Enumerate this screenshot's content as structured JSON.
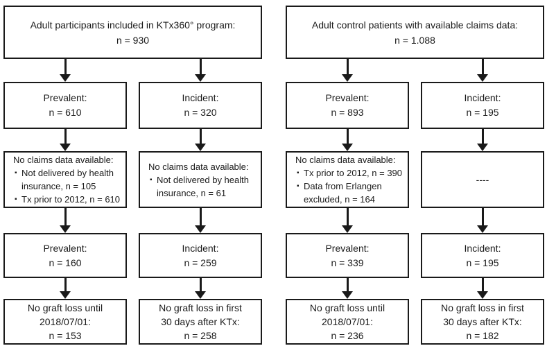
{
  "figure": {
    "glyphs": {
      "bullet": "▪"
    },
    "colors": {
      "border": "#1a1a1a",
      "text": "#1a1a1a",
      "background": "#ffffff"
    },
    "ktx360": {
      "source": {
        "line1": "Adult participants included in KTx360° program:",
        "line2": "n = 930"
      },
      "prevalent": {
        "initial": {
          "line1": "Prevalent:",
          "line2": "n = 610"
        },
        "exclusion": {
          "title": "No claims data available:",
          "bullets": [
            "Not delivered by health insurance, n = 105",
            "Tx prior to 2012, n = 610"
          ]
        },
        "after_exclusion": {
          "line1": "Prevalent:",
          "line2": "n = 160"
        },
        "outcome": {
          "line1": "No graft loss until",
          "line2": "2018/07/01:",
          "line3": "n = 153"
        }
      },
      "incident": {
        "initial": {
          "line1": "Incident:",
          "line2": "n = 320"
        },
        "exclusion": {
          "title": "No claims data available:",
          "bullets": [
            "Not delivered by health insurance, n = 61"
          ]
        },
        "after_exclusion": {
          "line1": "Incident:",
          "line2": "n = 259"
        },
        "outcome": {
          "line1": "No graft loss in first",
          "line2": "30 days after KTx:",
          "line3": "n = 258"
        }
      }
    },
    "control": {
      "source": {
        "line1": "Adult control patients with available claims data:",
        "line2": "n = 1.088"
      },
      "prevalent": {
        "initial": {
          "line1": "Prevalent:",
          "line2": "n = 893"
        },
        "exclusion": {
          "title": "No claims data available:",
          "bullets": [
            "Tx prior to 2012, n = 390",
            "Data from Erlangen excluded, n = 164"
          ]
        },
        "after_exclusion": {
          "line1": "Prevalent:",
          "line2": "n = 339"
        },
        "outcome": {
          "line1": "No graft loss until",
          "line2": "2018/07/01:",
          "line3": "n = 236"
        }
      },
      "incident": {
        "initial": {
          "line1": "Incident:",
          "line2": "n = 195"
        },
        "exclusion": {
          "placeholder": "----"
        },
        "after_exclusion": {
          "line1": "Incident:",
          "line2": "n = 195"
        },
        "outcome": {
          "line1": "No graft loss in first",
          "line2": "30 days after KTx:",
          "line3": "n = 182"
        }
      }
    }
  }
}
